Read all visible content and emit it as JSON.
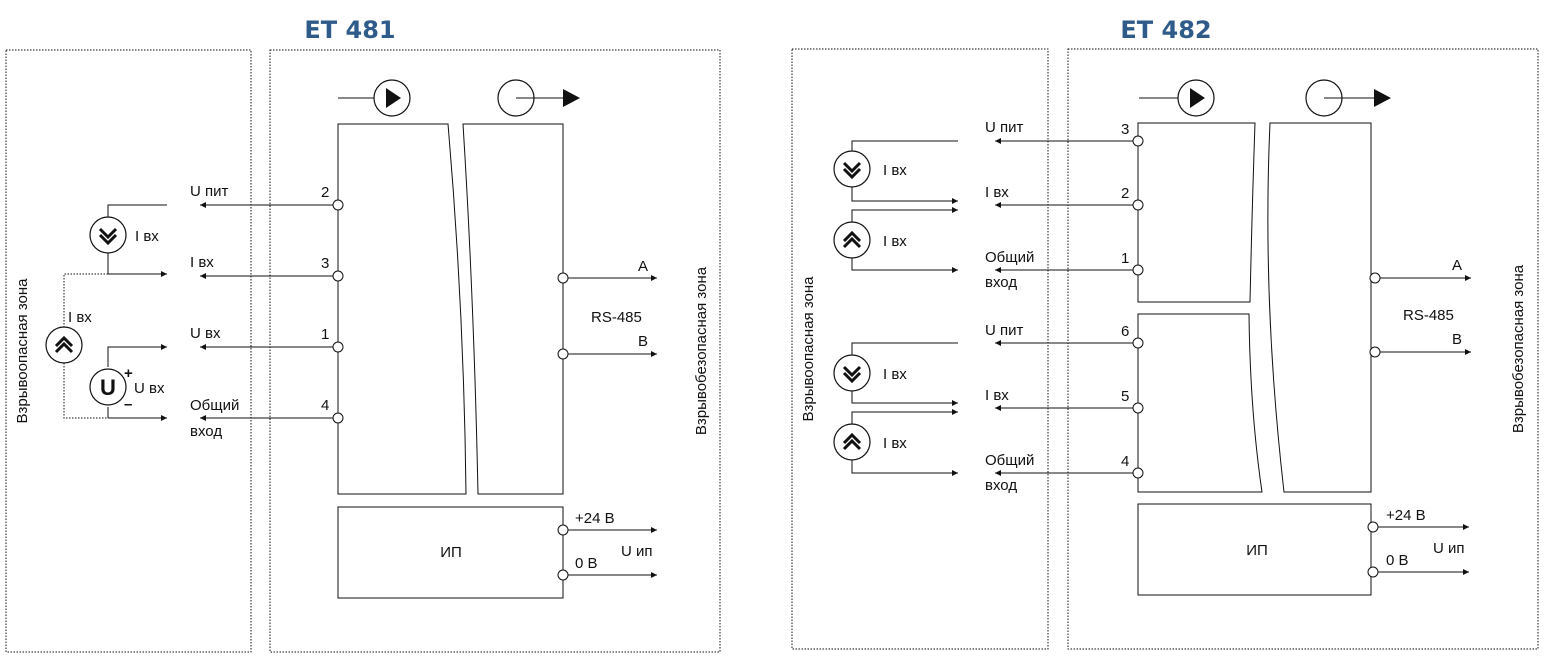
{
  "diagrams": [
    {
      "title": "ET 481",
      "hazard_zone": "Взрывоопасная зона",
      "safe_zone": "Взрывобезопасная зона",
      "left_sources": {
        "current_top": "I вх",
        "current_mid": "I вх",
        "voltage": "U",
        "voltage_label": "U вх",
        "plus": "+",
        "minus": "–"
      },
      "terminals": [
        {
          "num": "2",
          "label": "U пит"
        },
        {
          "num": "3",
          "label": "I вх"
        },
        {
          "num": "1",
          "label": "U вх"
        },
        {
          "num": "4",
          "label": "Общий",
          "label2": "вход"
        }
      ],
      "rs485": {
        "label": "RS-485",
        "a": "A",
        "b": "B"
      },
      "psu": {
        "label": "ИП",
        "plus": "+24 В",
        "zero": "0 В",
        "u": "U ип"
      }
    },
    {
      "title": "ET 482",
      "hazard_zone": "Взрывоопасная зона",
      "safe_zone": "Взрывобезопасная зона",
      "source_label": "I вх",
      "terminals": [
        {
          "num": "3",
          "label": "U пит"
        },
        {
          "num": "2",
          "label": "I вх"
        },
        {
          "num": "1",
          "label": "Общий",
          "label2": "вход"
        },
        {
          "num": "6",
          "label": "U пит"
        },
        {
          "num": "5",
          "label": "I вх"
        },
        {
          "num": "4",
          "label": "Общий",
          "label2": "вход"
        }
      ],
      "rs485": {
        "label": "RS-485",
        "a": "A",
        "b": "B"
      },
      "psu": {
        "label": "ИП",
        "plus": "+24 В",
        "zero": "0 В",
        "u": "U ип"
      }
    }
  ],
  "icons": [
    "current-source-icon",
    "voltage-source-icon",
    "input-direction-icon",
    "output-direction-icon"
  ]
}
